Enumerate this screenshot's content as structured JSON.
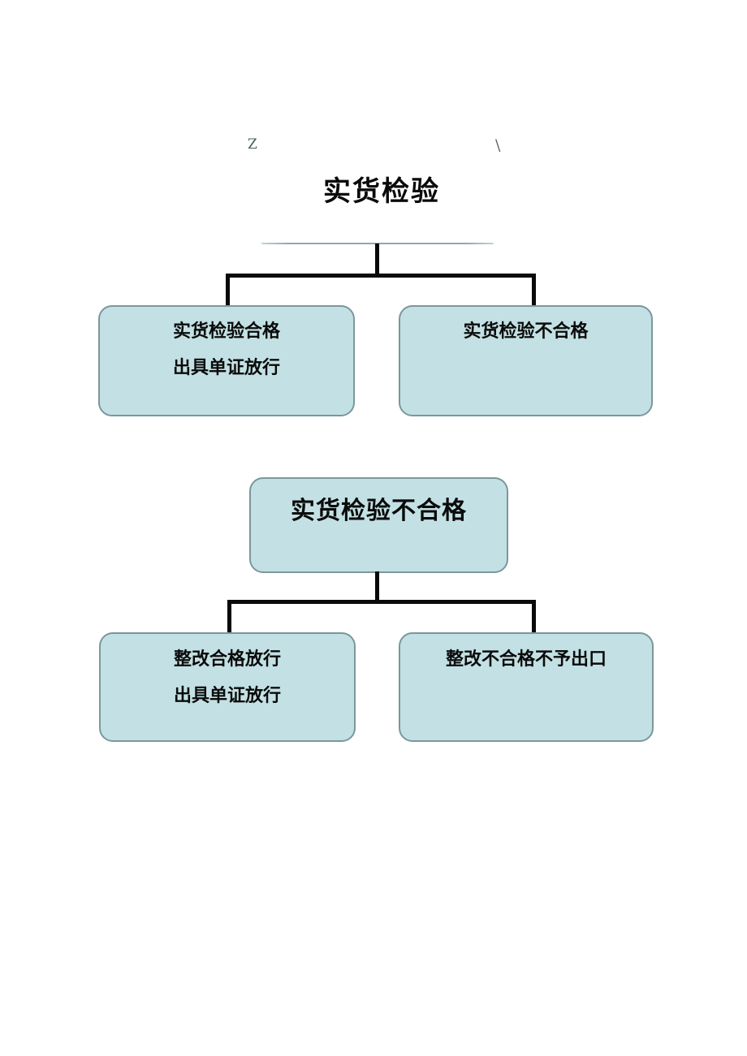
{
  "page": {
    "stray_mark_left": "Z",
    "stray_mark_right": "\\"
  },
  "colors": {
    "box_fill": "#c3e1e4",
    "box_border": "#7b979b",
    "connector": "#0a0a0a",
    "divider": "#8ea8ac",
    "text": "#0b0b0b",
    "background": "#ffffff"
  },
  "diagram1": {
    "title": "实货检验",
    "nodes": {
      "left": {
        "lines": [
          "实货检验合格",
          "出具单证放行"
        ]
      },
      "right": {
        "lines": [
          "实货检验不合格"
        ]
      }
    }
  },
  "diagram2": {
    "root": "实货检验不合格",
    "nodes": {
      "left": {
        "lines": [
          "整改合格放行",
          "出具单证放行"
        ]
      },
      "right": {
        "lines": [
          "整改不合格不予出口"
        ]
      }
    }
  }
}
